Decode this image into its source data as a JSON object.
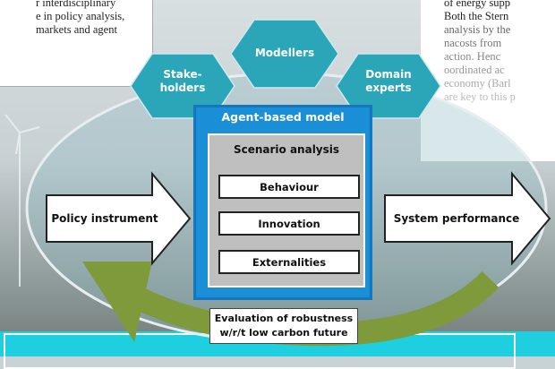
{
  "background_text": {
    "left_lines": [
      "r interdisciplinary",
      "e in policy analysis,",
      "markets and agent"
    ],
    "right_lines": [
      "of energy supp",
      "Both the Stern",
      "analysis by the",
      "nacosts from",
      "action. Henc",
      "oordinated ac",
      "economy (Barl",
      "are key to this p"
    ]
  },
  "hexagons": {
    "stakeholders": "Stake-\nholders",
    "modellers": "Modellers",
    "domain_experts": "Domain\nexperts"
  },
  "model": {
    "title": "Agent-based model",
    "scenario_title": "Scenario analysis",
    "steps": [
      "Behaviour",
      "Innovation",
      "Externalities"
    ]
  },
  "arrows": {
    "input": "Policy instrument",
    "output": "System performance"
  },
  "evaluation": {
    "line1": "Evaluation of robustness",
    "line2": "w/r/t low carbon future"
  },
  "colors": {
    "cyan": "#1ecfe0",
    "hex_teal": "#2aa6b8",
    "model_blue": "#1a8fd8",
    "grey": "#bfbfbf",
    "olive": "#7f9a3a"
  }
}
